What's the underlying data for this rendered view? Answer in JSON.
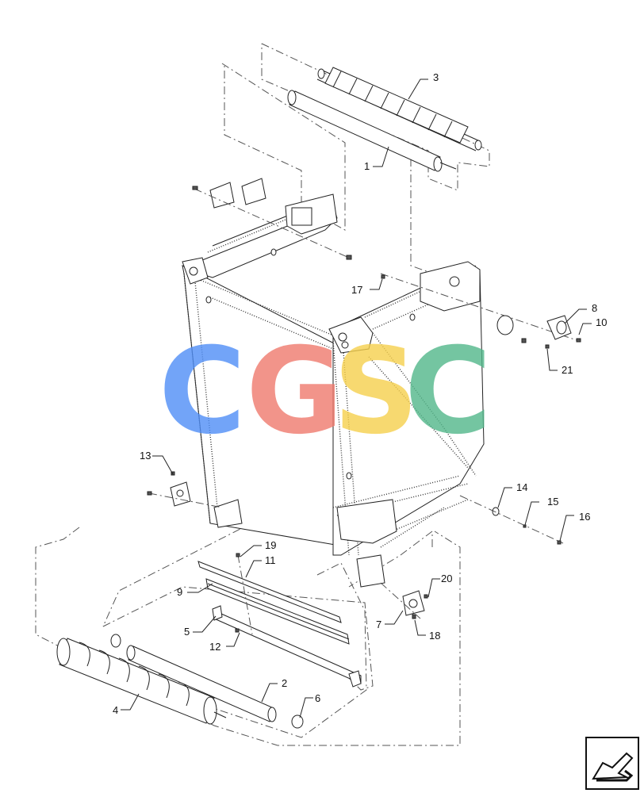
{
  "watermark": {
    "text": "CGSC",
    "colors": [
      "#4f8ef7",
      "#f07a6e",
      "#f6d04d",
      "#52b78a"
    ]
  },
  "callouts": [
    "1",
    "2",
    "3",
    "4",
    "5",
    "6",
    "7",
    "8",
    "9",
    "10",
    "11",
    "12",
    "13",
    "14",
    "15",
    "16",
    "17",
    "18",
    "19",
    "20",
    "21"
  ],
  "nav_icon": "next-page-arrow-icon"
}
